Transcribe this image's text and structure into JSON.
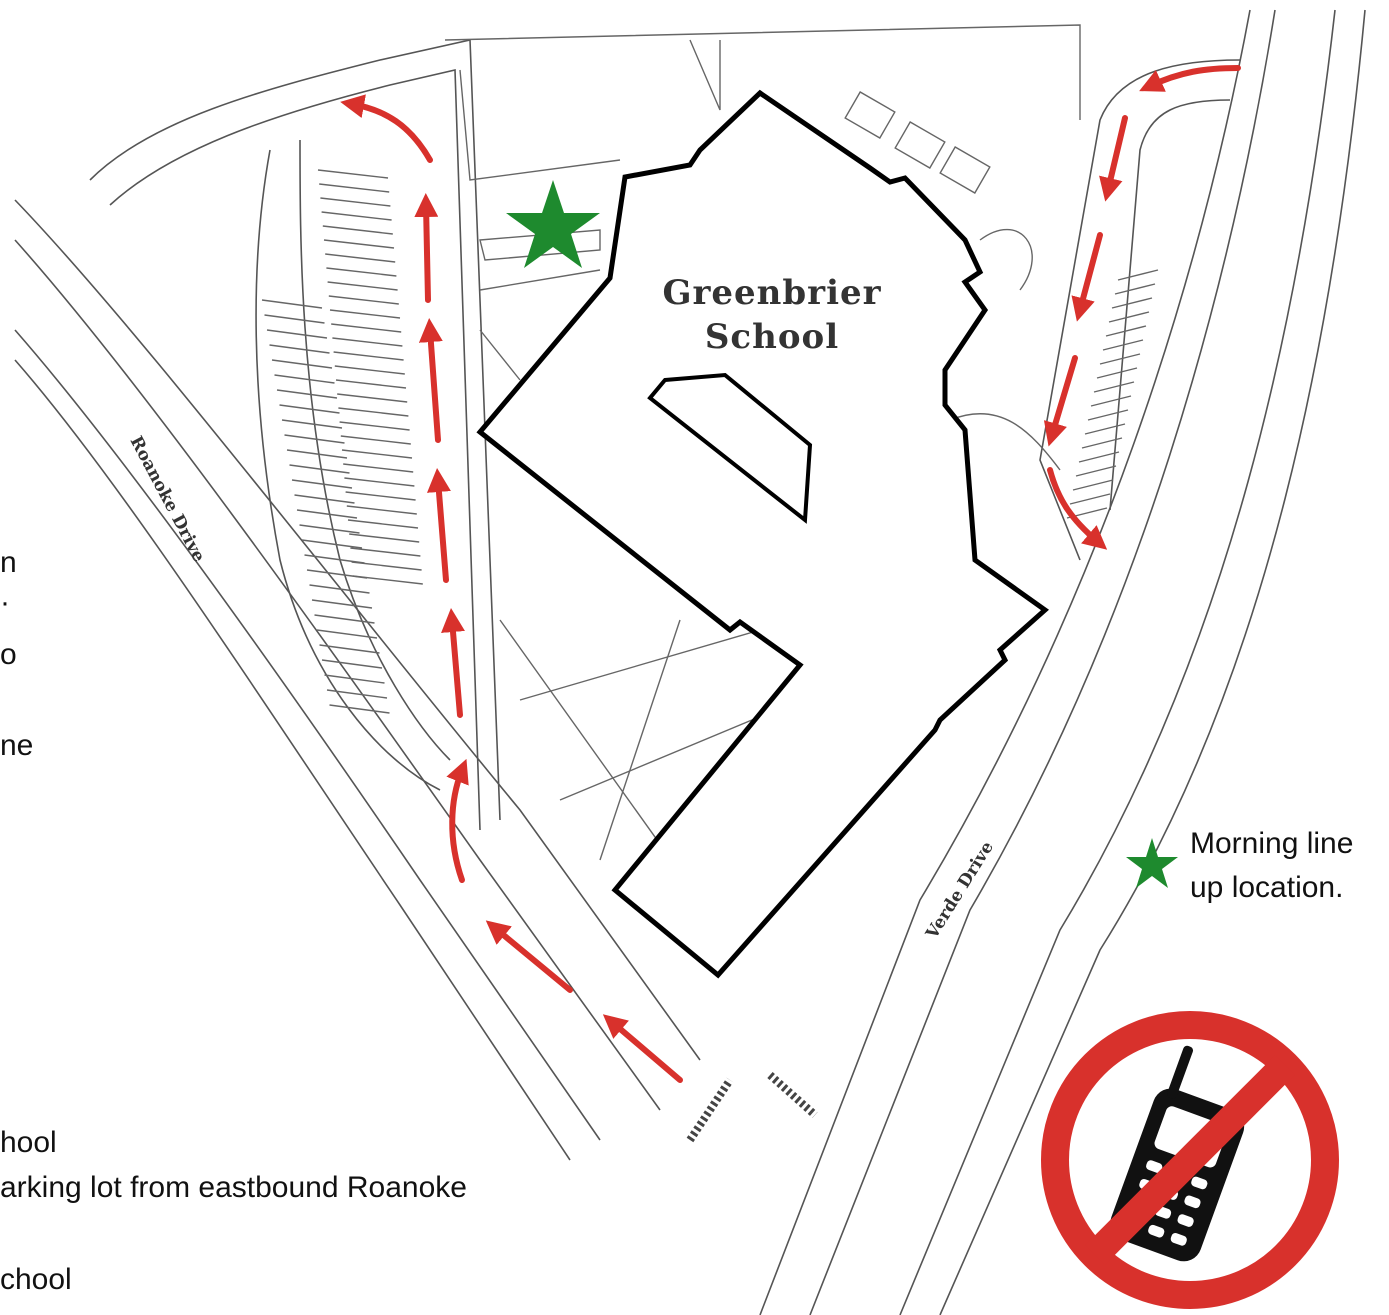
{
  "map": {
    "school_name_line1": "Greenbrier",
    "school_name_line2": "School",
    "road_west": "Roanoke Drive",
    "road_east": "Verde Drive"
  },
  "legend": {
    "marker_icon": "green-star-icon",
    "marker_color": "#1e8a2e",
    "line1": "Morning line",
    "line2": "up location."
  },
  "left_text_fragments": [
    "n",
    "·",
    "o",
    "ne"
  ],
  "bottom_text": {
    "line1": "hool",
    "line2": "arking lot from eastbound Roanoke",
    "line3": "chool"
  },
  "colors": {
    "arrow": "#d8312c",
    "no_phone": "#d8312c",
    "building_outline": "#000000",
    "map_lines": "#555555"
  },
  "no_phone_sign": {
    "icon": "no-cell-phone-icon"
  }
}
